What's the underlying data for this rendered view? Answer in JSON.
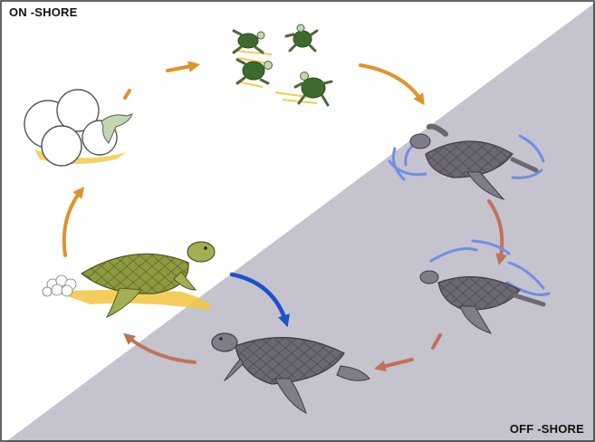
{
  "labels": {
    "on_shore": "ON -SHORE",
    "off_shore": "OFF -SHORE"
  },
  "colors": {
    "offshore_bg": "#c5c3cd",
    "onshore_bg": "#ffffff",
    "arrow_orange": "#e0932a",
    "arrow_brown": "#c0725a",
    "arrow_blue": "#1f4fcc",
    "water_blue": "#6f8ee6",
    "adult_green": "#8f9a3f",
    "hatchling_green": "#3f6a2e",
    "sea_turtle_grey": "#6b6872",
    "sand_yellow": "#f2c640"
  },
  "stages": [
    {
      "name": "eggs-and-hatching"
    },
    {
      "name": "hatchlings-on-beach"
    },
    {
      "name": "hatchling-in-sea"
    },
    {
      "name": "juvenile-in-sea"
    },
    {
      "name": "adult-in-sea"
    },
    {
      "name": "adult-nesting-on-beach"
    }
  ]
}
